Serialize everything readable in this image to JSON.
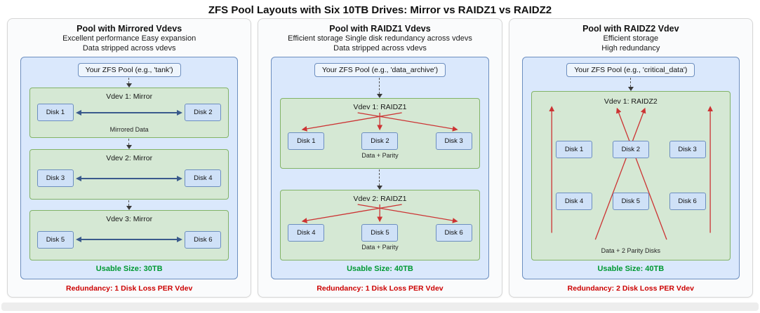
{
  "title": "ZFS Pool Layouts with Six 10TB Drives: Mirror vs RAIDZ1 vs RAIDZ2",
  "panels": [
    {
      "title": "Pool with Mirrored Vdevs",
      "subtitle1": "Excellent performance Easy expansion",
      "subtitle2": "Data stripped across vdevs",
      "pool_label": "Your ZFS Pool (e.g., 'tank')",
      "vdevs": [
        {
          "title": "Vdev 1: Mirror",
          "disks": [
            "Disk 1",
            "Disk 2"
          ],
          "note": "Mirrored Data"
        },
        {
          "title": "Vdev 2: Mirror",
          "disks": [
            "Disk 3",
            "Disk 4"
          ]
        },
        {
          "title": "Vdev 3: Mirror",
          "disks": [
            "Disk 5",
            "Disk 6"
          ]
        }
      ],
      "usable": "Usable Size: 30TB",
      "redundancy": "Redundancy: 1 Disk Loss PER Vdev"
    },
    {
      "title": "Pool with RAIDZ1 Vdevs",
      "subtitle1": "Efficient storage Single disk redundancy across vdevs",
      "subtitle2": "Data stripped across vdevs",
      "pool_label": "Your ZFS Pool (e.g., 'data_archive')",
      "vdevs": [
        {
          "title": "Vdev 1: RAIDZ1",
          "disks": [
            "Disk 1",
            "Disk 2",
            "Disk 3"
          ],
          "note": "Data + Parity"
        },
        {
          "title": "Vdev 2: RAIDZ1",
          "disks": [
            "Disk 4",
            "Disk 5",
            "Disk 6"
          ],
          "note": "Data + Parity"
        }
      ],
      "usable": "Usable Size: 40TB",
      "redundancy": "Redundancy: 1 Disk Loss PER Vdev"
    },
    {
      "title": "Pool with RAIDZ2 Vdev",
      "subtitle1": "Efficient storage",
      "subtitle2": "High redundancy",
      "pool_label": "Your ZFS Pool (e.g., 'critical_data')",
      "vdevs": [
        {
          "title": "Vdev 1: RAIDZ2",
          "disks": [
            "Disk 1",
            "Disk 2",
            "Disk 3",
            "Disk 4",
            "Disk 5",
            "Disk 6"
          ],
          "note": "Data + 2 Parity Disks"
        }
      ],
      "usable": "Usable Size: 40TB",
      "redundancy": "Redundancy: 2 Disk Loss PER Vdev"
    }
  ],
  "colors": {
    "pool_fill": "#dae8fc",
    "pool_border": "#6c8ebf",
    "vdev_fill": "#d5e8d4",
    "vdev_border": "#82b366",
    "disk_fill": "#cfe1f7",
    "disk_border": "#6c8ebf",
    "mirror_arrow": "#3a5a8c",
    "raidz_arrow": "#cc3333",
    "usable_color": "#009933",
    "redundancy_color": "#cc0000"
  }
}
